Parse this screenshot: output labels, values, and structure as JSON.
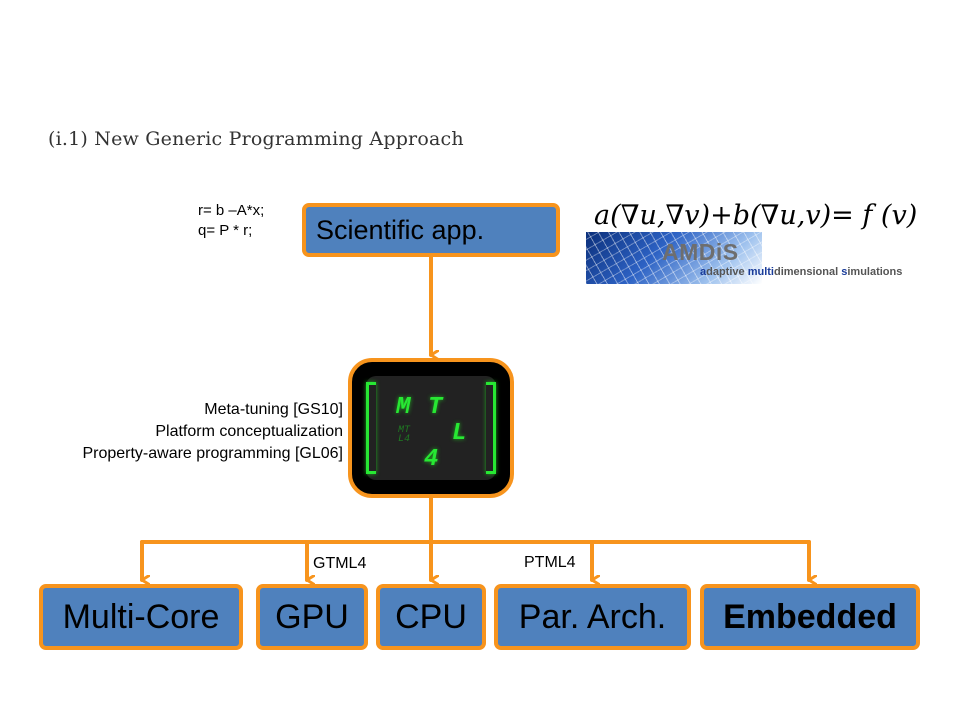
{
  "title": "(i.1) New Generic Programming Approach",
  "code": {
    "line1": "r= b –A*x;",
    "line2": "q= P * r;"
  },
  "scientific_app": "Scientific app.",
  "formula": "a(∇u,∇v)+b(∇u,v)= f (v)",
  "logo": {
    "name": "AMDiS",
    "tagline": [
      {
        "t": "a",
        "h": true
      },
      {
        "t": "daptive ",
        "h": false
      },
      {
        "t": "multi",
        "h": true
      },
      {
        "t": "di",
        "h": false
      },
      {
        "t": "mensional ",
        "h": false
      },
      {
        "t": "s",
        "h": true
      },
      {
        "t": "imulations",
        "h": false
      }
    ]
  },
  "mtl": {
    "letters": [
      "M",
      "T",
      "L",
      "4"
    ],
    "mini": "MT\nL4"
  },
  "references": [
    "Meta-tuning [GS10]",
    "Platform conceptualization",
    "Property-aware programming [GL06]"
  ],
  "branch_labels": {
    "gtml4": "GTML4",
    "ptml4": "PTML4"
  },
  "targets": [
    "Multi-Core",
    "GPU",
    "CPU",
    "Par. Arch.",
    "Embedded"
  ],
  "colors": {
    "box_fill": "#4f81bd",
    "box_border": "#f7941d",
    "arrow": "#f7941d",
    "mtl_green": "#27e833"
  }
}
